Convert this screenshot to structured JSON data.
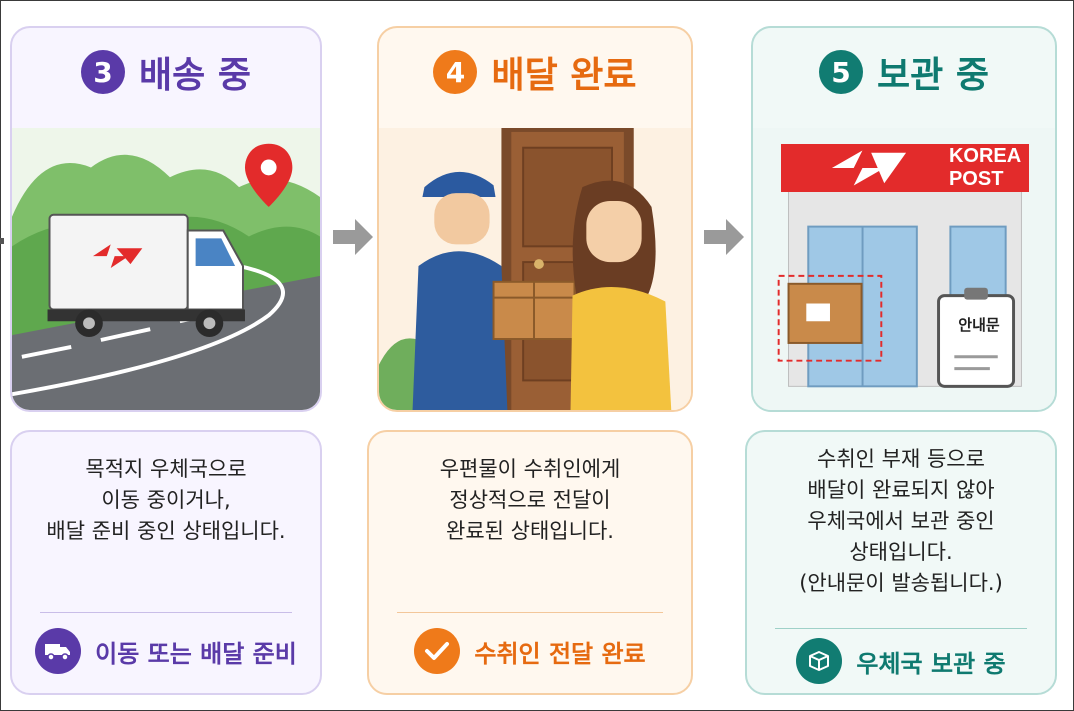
{
  "colors": {
    "purple": "#5a3aa8",
    "orange": "#ef7a1a",
    "teal": "#117c72",
    "arrow": "#9a9a9a",
    "post_red": "#e32b2b"
  },
  "steps": [
    {
      "number": "3",
      "title": "배송 중",
      "illustration": "truck-on-road-with-location-pin",
      "description": [
        "목적지 우체국으로",
        "이동 중이거나,",
        "배달 준비 중인 상태입니다."
      ],
      "status_icon": "truck-icon",
      "status_label": "이동 또는 배달 준비"
    },
    {
      "number": "4",
      "title": "배달 완료",
      "illustration": "courier-handing-parcel-to-recipient",
      "description": [
        "우편물이 수취인에게",
        "정상적으로 전달이",
        "완료된 상태입니다."
      ],
      "status_icon": "checkmark-icon",
      "status_label": "수취인 전달 완료"
    },
    {
      "number": "5",
      "title": "보관 중",
      "illustration": "post-office-with-stored-parcel",
      "sign_text": "KOREA POST",
      "notice_label": "안내문",
      "description": [
        "수취인 부재 등으로",
        "배달이 완료되지 않아",
        "우체국에서 보관 중인",
        "상태입니다.",
        "(안내문이 발송됩니다.)"
      ],
      "status_icon": "box-icon",
      "status_label": "우체국 보관 중"
    }
  ]
}
